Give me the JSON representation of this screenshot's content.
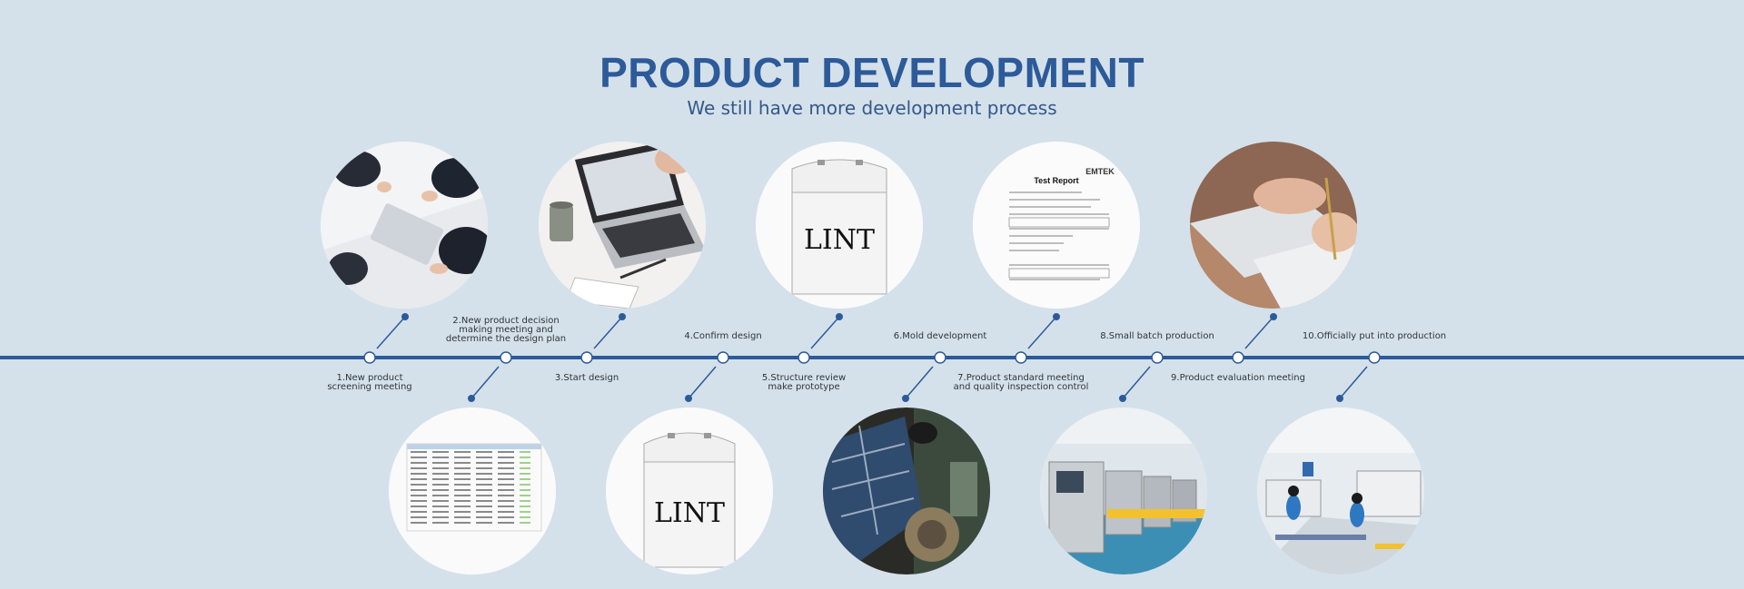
{
  "header": {
    "title": "PRODUCT DEVELOPMENT",
    "subtitle": "We still have more development process"
  },
  "colors": {
    "background": "#d4e1eb",
    "timeline": "#2d5a99",
    "connector": "#2d5a99",
    "title": "#2d5a99"
  },
  "steps": [
    {
      "label": "1.New product\nscreening meeting",
      "photo": "business-meeting-photo"
    },
    {
      "label": "2.New product decision\nmaking meeting and\ndetermine the design plan",
      "photo": "spreadsheet-photo"
    },
    {
      "label": "3.Start design",
      "photo": "laptop-design-photo"
    },
    {
      "label": "4.Confirm design",
      "photo": "lint-bin-photo"
    },
    {
      "label": "5.Structure review\nmake prototype",
      "photo": "lint-bin-photo"
    },
    {
      "label": "6.Mold development",
      "photo": "machinist-photo"
    },
    {
      "label": "7.Product standard meeting\nand quality inspection control",
      "photo": "test-report-photo"
    },
    {
      "label": "8.Small batch production",
      "photo": "factory-line-photo"
    },
    {
      "label": "9.Product evaluation meeting",
      "photo": "signing-document-photo"
    },
    {
      "label": "10.Officially put into production",
      "photo": "factory-workers-photo"
    }
  ],
  "product_text": "LINT",
  "report": {
    "title": "Test Report",
    "brand": "EMTEK"
  }
}
